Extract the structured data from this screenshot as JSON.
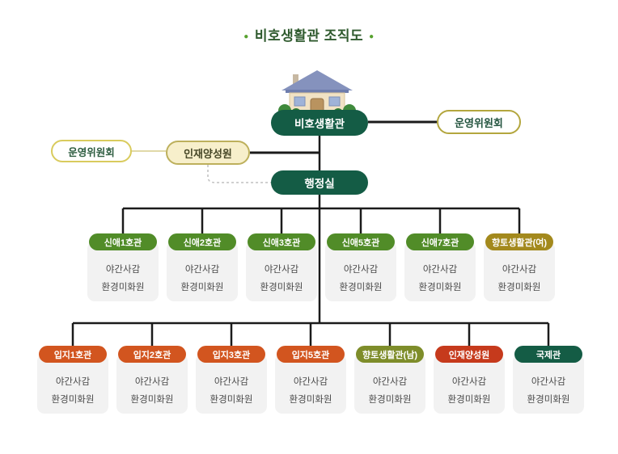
{
  "title": {
    "text": "비호생활관 조직도",
    "bullet": "●"
  },
  "colors": {
    "dark_green": "#145c45",
    "green": "#518c28",
    "gold": "#a3891d",
    "olive": "#7e8d2a",
    "orange": "#d2551f",
    "red": "#c63a1c",
    "teal": "#145c45",
    "card_bg": "#f2f2f2",
    "title_green": "#2f5a2e",
    "connector": "#1b1b1b"
  },
  "top": {
    "root": "비호생활관",
    "committee_right": "운영위원회",
    "committee_left": "운영위원회",
    "training_center": "인재양성원",
    "admin_office": "행정실"
  },
  "row1": [
    {
      "name": "신애1호관",
      "color": "green",
      "staff": [
        "야간사감",
        "환경미화원"
      ]
    },
    {
      "name": "신애2호관",
      "color": "green",
      "staff": [
        "야간사감",
        "환경미화원"
      ]
    },
    {
      "name": "신애3호관",
      "color": "green",
      "staff": [
        "야간사감",
        "환경미화원"
      ]
    },
    {
      "name": "신애5호관",
      "color": "green",
      "staff": [
        "야간사감",
        "환경미화원"
      ]
    },
    {
      "name": "신애7호관",
      "color": "green",
      "staff": [
        "야간사감",
        "환경미화원"
      ]
    },
    {
      "name": "향토생활관(여)",
      "color": "gold",
      "staff": [
        "야간사감",
        "환경미화원"
      ]
    }
  ],
  "row2": [
    {
      "name": "입지1호관",
      "color": "orange",
      "staff": [
        "야간사감",
        "환경미화원"
      ]
    },
    {
      "name": "입지2호관",
      "color": "orange",
      "staff": [
        "야간사감",
        "환경미화원"
      ]
    },
    {
      "name": "입지3호관",
      "color": "orange",
      "staff": [
        "야간사감",
        "환경미화원"
      ]
    },
    {
      "name": "입지5호관",
      "color": "orange",
      "staff": [
        "야간사감",
        "환경미화원"
      ]
    },
    {
      "name": "향토생활관(남)",
      "color": "olive",
      "staff": [
        "야간사감",
        "환경미화원"
      ]
    },
    {
      "name": "인재양성원",
      "color": "red",
      "staff": [
        "야간사감",
        "환경미화원"
      ]
    },
    {
      "name": "국제관",
      "color": "teal",
      "staff": [
        "야간사감",
        "환경미화원"
      ]
    }
  ]
}
